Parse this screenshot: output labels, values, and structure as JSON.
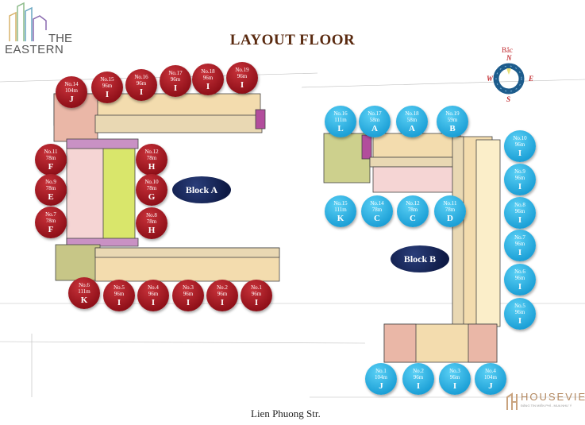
{
  "logo": {
    "line1": "THE",
    "line2": "EASTERN"
  },
  "title": "LAYOUT FLOOR",
  "street": "Lien Phuong Str.",
  "compass": {
    "north_label": "Bắc",
    "n": "N",
    "s": "S",
    "e": "E",
    "w": "W"
  },
  "watermark": {
    "name": "HOUSEVIET",
    "tagline": "ĐĂNG TIN MIỄN PHÍ - MUA NHƯ Ý"
  },
  "colors": {
    "block_a": "#a3141e",
    "block_b": "#27aee3",
    "block_label": "#14214f"
  },
  "block_a": {
    "label": "Block A",
    "units": [
      {
        "no": "No.14",
        "area": "104m",
        "type": "J"
      },
      {
        "no": "No.15",
        "area": "96m",
        "type": "I"
      },
      {
        "no": "No.16",
        "area": "96m",
        "type": "I"
      },
      {
        "no": "No.17",
        "area": "96m",
        "type": "I"
      },
      {
        "no": "No.18",
        "area": "96m",
        "type": "I"
      },
      {
        "no": "No.19",
        "area": "96m",
        "type": "I"
      },
      {
        "no": "No.11",
        "area": "78m",
        "type": "F"
      },
      {
        "no": "No.9",
        "area": "78m",
        "type": "E"
      },
      {
        "no": "No.7",
        "area": "78m",
        "type": "F"
      },
      {
        "no": "No.12",
        "area": "78m",
        "type": "H"
      },
      {
        "no": "No.10",
        "area": "78m",
        "type": "G"
      },
      {
        "no": "No.8",
        "area": "78m",
        "type": "H"
      },
      {
        "no": "No.6",
        "area": "111m",
        "type": "K"
      },
      {
        "no": "No.5",
        "area": "96m",
        "type": "I"
      },
      {
        "no": "No.4",
        "area": "96m",
        "type": "I"
      },
      {
        "no": "No.3",
        "area": "96m",
        "type": "I"
      },
      {
        "no": "No.2",
        "area": "96m",
        "type": "I"
      },
      {
        "no": "No.1",
        "area": "96m",
        "type": "I"
      }
    ]
  },
  "block_b": {
    "label": "Block B",
    "units": [
      {
        "no": "No.16",
        "area": "111m",
        "type": "L"
      },
      {
        "no": "No.17",
        "area": "58m",
        "type": "A"
      },
      {
        "no": "No.18",
        "area": "58m",
        "type": "A"
      },
      {
        "no": "No.19",
        "area": "59m",
        "type": "B"
      },
      {
        "no": "No.15",
        "area": "111m",
        "type": "K"
      },
      {
        "no": "No.14",
        "area": "78m",
        "type": "C"
      },
      {
        "no": "No.12",
        "area": "78m",
        "type": "C"
      },
      {
        "no": "No.11",
        "area": "78m",
        "type": "D"
      },
      {
        "no": "No.10",
        "area": "96m",
        "type": "I"
      },
      {
        "no": "No.9",
        "area": "96m",
        "type": "I"
      },
      {
        "no": "No.8",
        "area": "96m",
        "type": "I"
      },
      {
        "no": "No.7",
        "area": "96m",
        "type": "I"
      },
      {
        "no": "No.6",
        "area": "96m",
        "type": "I"
      },
      {
        "no": "No.5",
        "area": "96m",
        "type": "I"
      },
      {
        "no": "No.1",
        "area": "104m",
        "type": "J"
      },
      {
        "no": "No.2",
        "area": "96m",
        "type": "I"
      },
      {
        "no": "No.3",
        "area": "96m",
        "type": "I"
      },
      {
        "no": "No.4",
        "area": "104m",
        "type": "J"
      }
    ]
  }
}
